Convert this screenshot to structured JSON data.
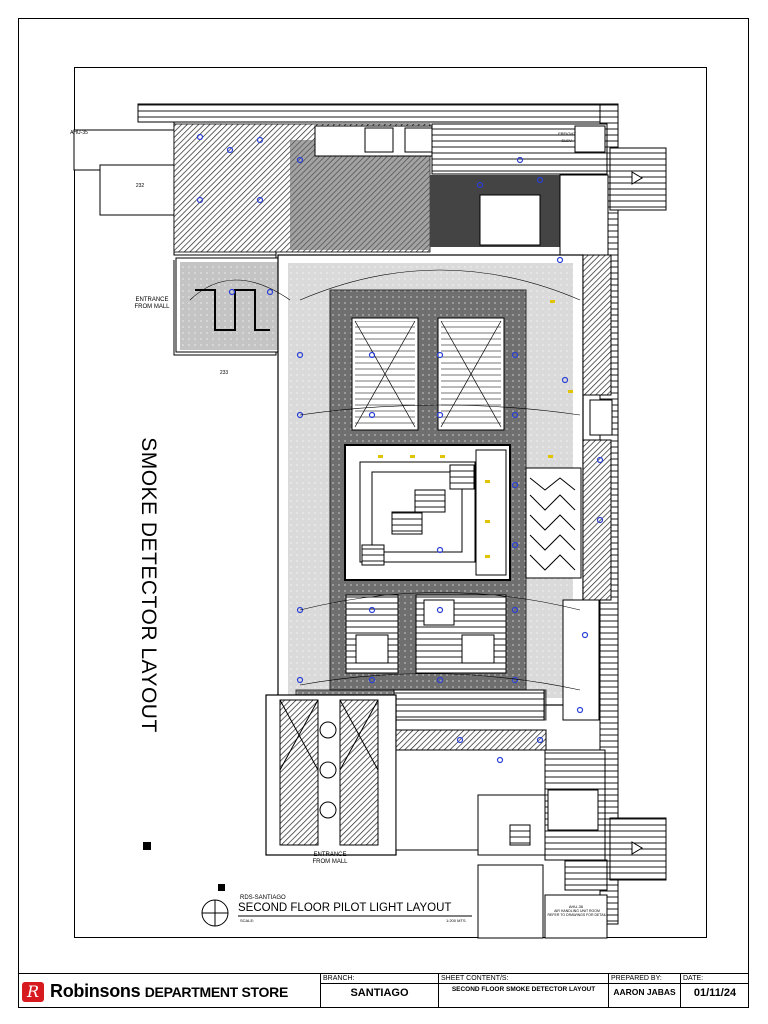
{
  "drawing": {
    "vertical_title": "SMOKE DETECTOR LAYOUT",
    "entrance_top": "ENTRANCE\nFROM MALL",
    "entrance_bottom": "ENTRANCE\nFROM MALL",
    "ahu_label": "AHU-35",
    "room_a": "232",
    "room_b": "233",
    "freight_label": "FREIGHT\nELEV.",
    "ahu_right": "AHU-36",
    "footer_notes": "AIR HANDLING UNIT ROOM\nREFER TO DRAWINGS FOR DETAIL"
  },
  "floor_title": {
    "project": "RDS-SANTIAGO",
    "title": "SECOND FLOOR PILOT LIGHT LAYOUT",
    "scale_label": "SCALE:",
    "scale_value": "1:200 MTS."
  },
  "title_block": {
    "brand_main": "Robinsons",
    "brand_sub": "DEPARTMENT STORE",
    "logo_glyph": "R",
    "branch_label": "BRANCH:",
    "branch_value": "SANTIAGO",
    "sheet_label": "SHEET CONTENT/S:",
    "sheet_value": "SECOND FLOOR SMOKE DETECTOR LAYOUT",
    "prepared_label": "PREPARED BY:",
    "prepared_value": "AARON JABAS",
    "date_label": "DATE:",
    "date_value": "01/11/24"
  },
  "colors": {
    "brand_red": "#d71920",
    "detector_blue": "#2a3fd6",
    "hatch": "#333333",
    "yellow": "#e0c400"
  }
}
